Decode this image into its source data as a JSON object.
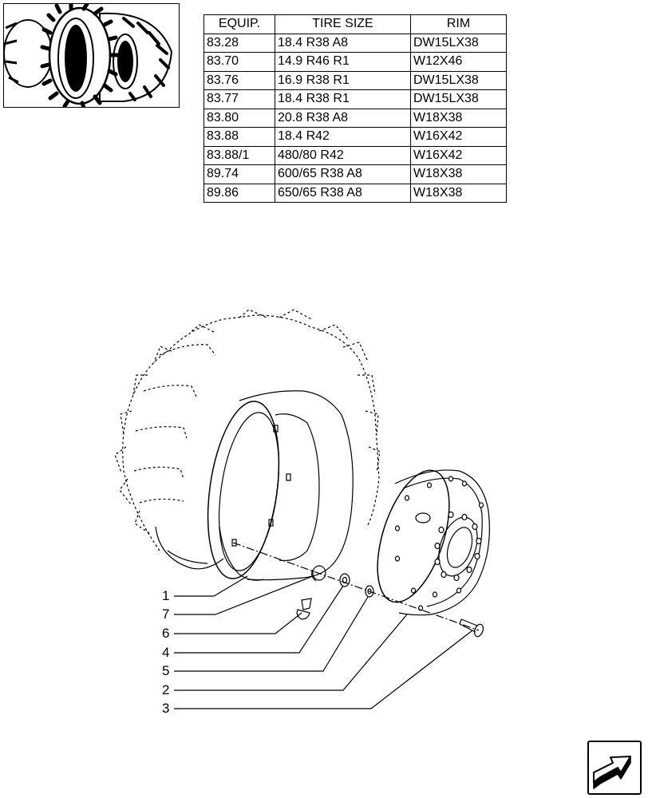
{
  "table": {
    "headers": [
      "EQUIP.",
      "TIRE SIZE",
      "RIM"
    ],
    "rows": [
      [
        "83.28",
        "18.4 R38 A8",
        "DW15LX38"
      ],
      [
        "83.70",
        "14.9 R46 R1",
        "W12X46"
      ],
      [
        "83.76",
        "16.9 R38 R1",
        "DW15LX38"
      ],
      [
        "83.77",
        "18.4 R38 R1",
        "DW15LX38"
      ],
      [
        "83.80",
        "20.8 R38 A8",
        "W18X38"
      ],
      [
        "83.88",
        "18.4 R42",
        "W16X42"
      ],
      [
        "83.88/1",
        "480/80 R42",
        "W16X42"
      ],
      [
        "89.74",
        "600/65 R38 A8",
        "W18X38"
      ],
      [
        "89.86",
        "650/65 R38 A8",
        "W18X38"
      ]
    ]
  },
  "callouts": [
    "1",
    "7",
    "6",
    "4",
    "5",
    "2",
    "3"
  ],
  "icons": {
    "thumbnail": "tractor-rear-wheel-thumbnail",
    "navigation": "next-page-arrow-icon"
  }
}
